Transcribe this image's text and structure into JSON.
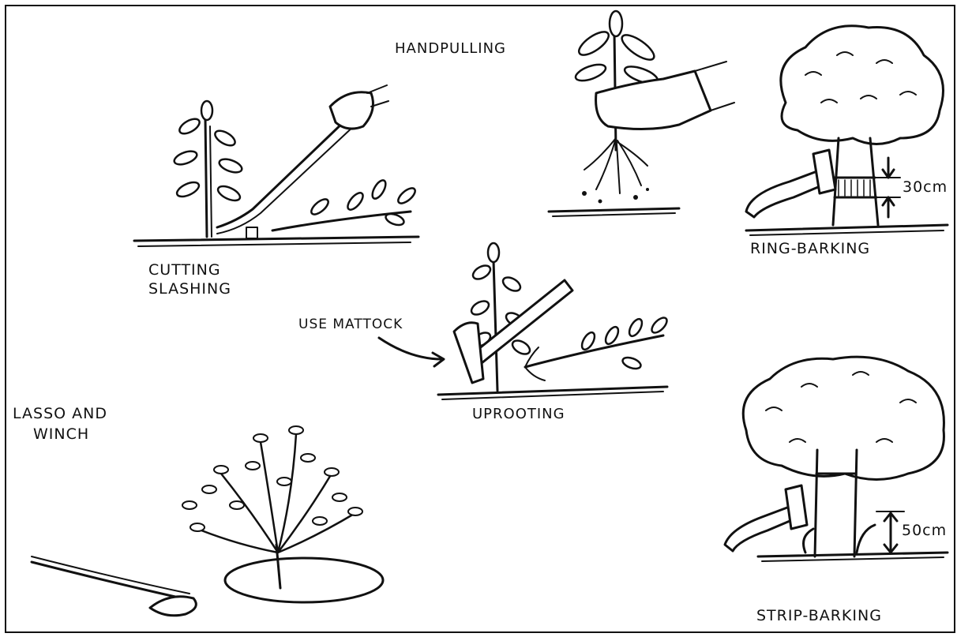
{
  "labels": {
    "handpulling": "HANDPULLING",
    "cutting": "CUTTING",
    "slashing": "SLASHING",
    "use_mattock": "USE MATTOCK",
    "uprooting": "UPROOTING",
    "ring_barking": "RING-BARKING",
    "ring_measure": "30cm",
    "strip_barking": "STRIP-BARKING",
    "strip_measure": "50cm",
    "lasso": "LASSO AND",
    "winch": "WINCH"
  }
}
